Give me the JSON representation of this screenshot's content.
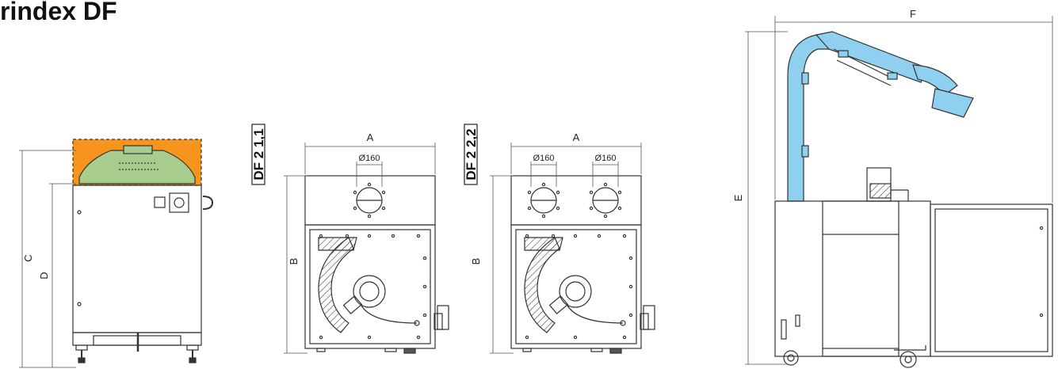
{
  "title": "rindex DF",
  "colors": {
    "hood": "#f7941d",
    "hood_inner": "#a7cc8e",
    "arm": "#8fd0f0",
    "line": "#333333"
  },
  "dimensions": {
    "c": "C",
    "d": "D",
    "a1": "A",
    "b1": "B",
    "port1": "Ø160",
    "model1": "DF 2 1,1",
    "a2": "A",
    "b2": "B",
    "port2a": "Ø160",
    "port2b": "Ø160",
    "model2": "DF 2 2,2",
    "e": "E",
    "f": "F"
  }
}
